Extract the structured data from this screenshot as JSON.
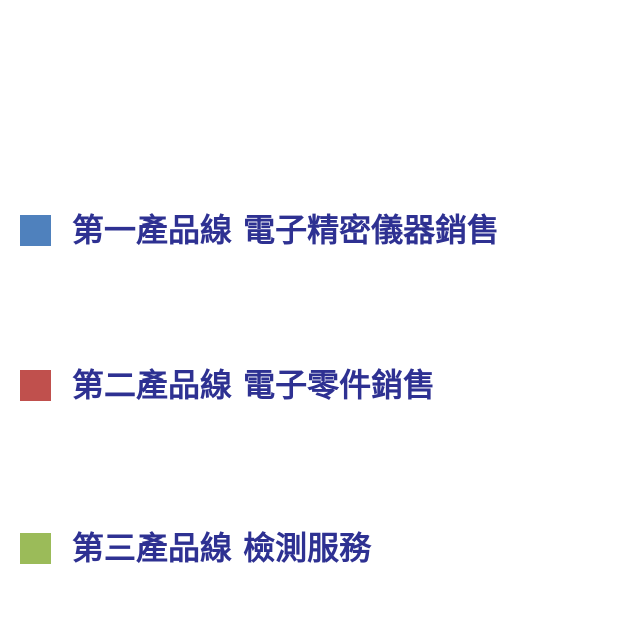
{
  "chart_data": {
    "type": "legend",
    "legend_placement": "left",
    "legend": [
      {
        "label": "第一產品線 電子精密儀器銷售",
        "color": "#4f81bd"
      },
      {
        "label": "第二產品線 電子零件銷售",
        "color": "#c0504d"
      },
      {
        "label": "第三產品線 檢測服務",
        "color": "#9bbb59"
      }
    ]
  }
}
